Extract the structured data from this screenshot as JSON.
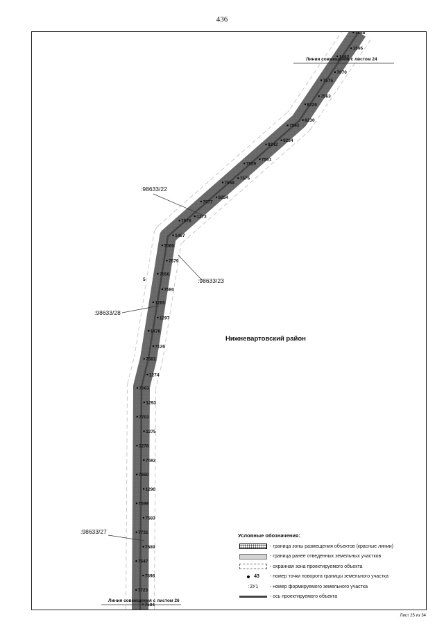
{
  "page_number": "436",
  "sheet_footer": "Лист 25 из 34",
  "district_label": "Нижневартовский район",
  "match_lines": {
    "top": "Линия совмещения с листом 24",
    "bottom": "Линия совмещения с листом 26"
  },
  "parcels": [
    ":98633/22",
    ":98633/23",
    ":98633/28",
    ":98633/27"
  ],
  "stray_label": "5",
  "points": [
    "7568",
    "1595",
    "1462",
    "7070",
    "7575",
    "7563",
    "8226",
    "8230",
    "7562",
    "8234",
    "8242",
    "7561",
    "7559",
    "7576",
    "7558",
    "8254",
    "7577",
    "1273",
    "7578",
    "1457",
    "7060",
    "7579",
    "7556",
    "7580",
    "1285",
    "1297",
    "1476",
    "7126",
    "7581",
    "1274",
    "7063",
    "1293",
    "7703",
    "1275",
    "1278",
    "7582",
    "7650",
    "1290",
    "7599",
    "7583",
    "7731",
    "7589",
    "7547",
    "7598",
    "7723",
    "7584"
  ],
  "legend": {
    "title": "Условные обозначения:",
    "point_sample": "43",
    "zu_sample": ":ЗУ1",
    "items": [
      "- граница зоны размещения объектов (красные линии)",
      "- граница ранее отведенных земельных участков",
      "- охранная зона проектируемого объекта",
      "- номер точки поворота границы земельного участка",
      "- номер формируемого земельного участка",
      "- ось проектируемого объекта"
    ]
  }
}
